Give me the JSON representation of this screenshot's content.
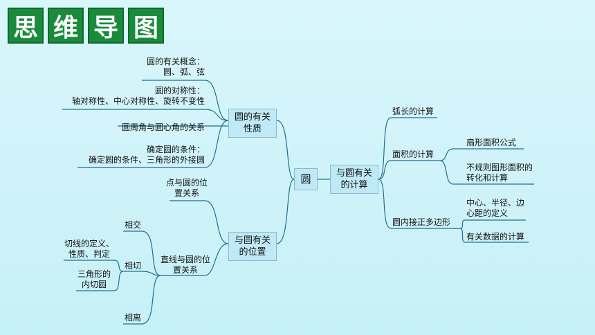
{
  "header": {
    "chars": [
      "思",
      "维",
      "导",
      "图"
    ]
  },
  "center": "圆",
  "left_topics": {
    "properties": {
      "label": "圆的有关性质",
      "items": [
        {
          "line1": "圆的有关概念：",
          "line2": "圆、弧、弦"
        },
        {
          "line1": "圆的对称性：",
          "line2": "轴对称性、中心对称性、旋转不变性"
        },
        {
          "line1": "圆周角与圆心角的关系"
        },
        {
          "line1": "确定圆的条件：",
          "line2": "确定圆的条件、三角形的外接圆"
        }
      ]
    },
    "position": {
      "label": "与圆有关的位置",
      "point": "点与圆的位置关系",
      "line": "直线与圆的位置关系",
      "intersect": "相交",
      "tangent": "相切",
      "tangent_def": "切线的定义、性质、判定",
      "incircle": "三角形的内切圆",
      "separate": "相离"
    }
  },
  "right_topic": {
    "label": "与圆有关的计算",
    "arc": "弧长的计算",
    "area": "面积的计算",
    "sector": "扇形面积公式",
    "irregular": "不规则图形面积的转化和计算",
    "polygon": "圆内接正多边形",
    "poly_def": "中心、半径、边心距的定义",
    "poly_data": "有关数据的计算"
  }
}
